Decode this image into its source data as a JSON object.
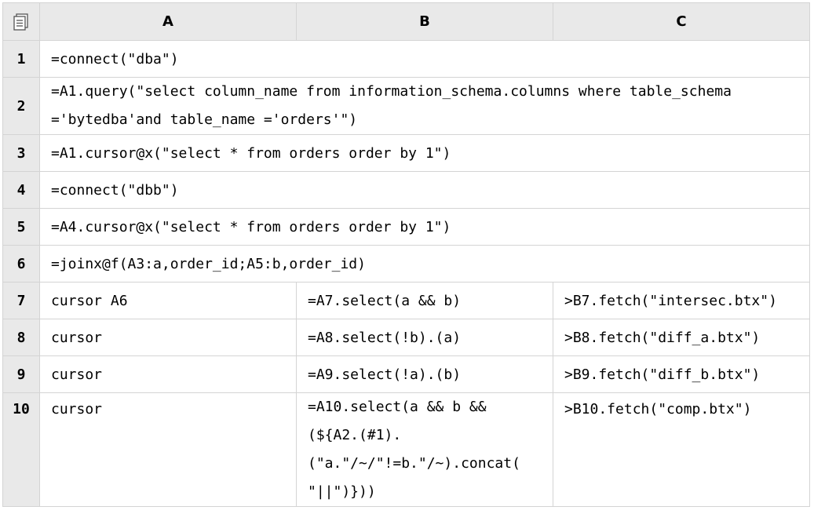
{
  "columns": [
    "A",
    "B",
    "C"
  ],
  "rows": [
    {
      "num": "1",
      "a": "=connect(\"dba\")"
    },
    {
      "num": "2",
      "a": "=A1.query(\"select column_name from information_schema.columns where table_schema\n='bytedba'and table_name ='orders'\")"
    },
    {
      "num": "3",
      "a": "=A1.cursor@x(\"select * from orders order by 1\")"
    },
    {
      "num": "4",
      "a": "=connect(\"dbb\")"
    },
    {
      "num": "5",
      "a": "=A4.cursor@x(\"select * from orders order by 1\")"
    },
    {
      "num": "6",
      "a": "=joinx@f(A3:a,order_id;A5:b,order_id)"
    },
    {
      "num": "7",
      "a": "cursor A6",
      "b": "=A7.select(a && b)",
      "c": ">B7.fetch(\"intersec.btx\")"
    },
    {
      "num": "8",
      "a": "cursor",
      "b": "=A8.select(!b).(a)",
      "c": ">B8.fetch(\"diff_a.btx\")"
    },
    {
      "num": "9",
      "a": "cursor",
      "b": "=A9.select(!a).(b)",
      "c": ">B9.fetch(\"diff_b.btx\")"
    },
    {
      "num": "10",
      "a": "cursor",
      "b": "=A10.select(a && b &&\n(${A2.(#1).\n(\"a.\"/~/\"!=b.\"/~).concat(\n\"||\")}))",
      "c": ">B10.fetch(\"comp.btx\")"
    }
  ],
  "corner": {
    "icon": "sheet-menu-icon"
  }
}
